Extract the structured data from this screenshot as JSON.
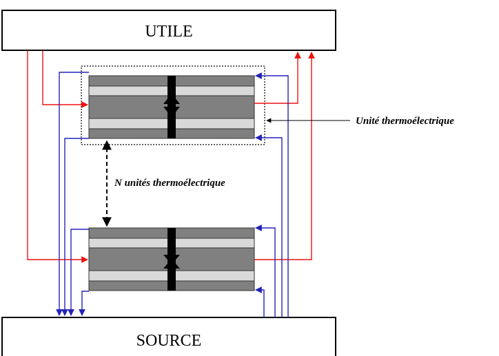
{
  "diagram": {
    "utile_label": "UTILE",
    "source_label": "SOURCE",
    "unit_label": "Unité thermoélectrique",
    "n_units_label": "N unités thermoélectrique"
  },
  "colors": {
    "hot_flow": "#ee1111",
    "cold_flow": "#2222bb",
    "module_dark": "#808080",
    "module_light": "#d9d9d9",
    "module_border": "#333333",
    "black": "#000000"
  }
}
